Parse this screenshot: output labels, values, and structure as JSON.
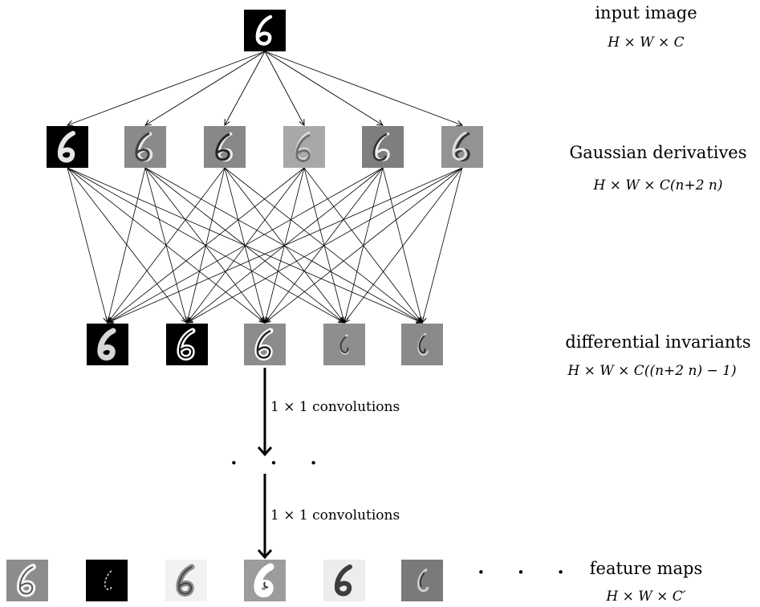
{
  "levels": [
    {
      "id": "input",
      "label": "input image",
      "dims": "H × W × C",
      "thumb_count": 1
    },
    {
      "id": "gaussian",
      "label": "Gaussian derivatives",
      "dims": "H × W × C(n+2 n)",
      "thumb_count": 6
    },
    {
      "id": "invariants",
      "label": "differential invariants",
      "dims": "H × W × C((n+2 n) − 1)",
      "thumb_count": 5
    },
    {
      "id": "features",
      "label": "feature maps",
      "dims": "H × W × C′",
      "thumb_count": 6
    }
  ],
  "convolution_label_1": "1 × 1 convolutions",
  "convolution_label_2": "1 × 1 convolutions",
  "middle_ellipsis": "· · ·",
  "trailing_ellipsis": "· · ·",
  "digit": "6"
}
